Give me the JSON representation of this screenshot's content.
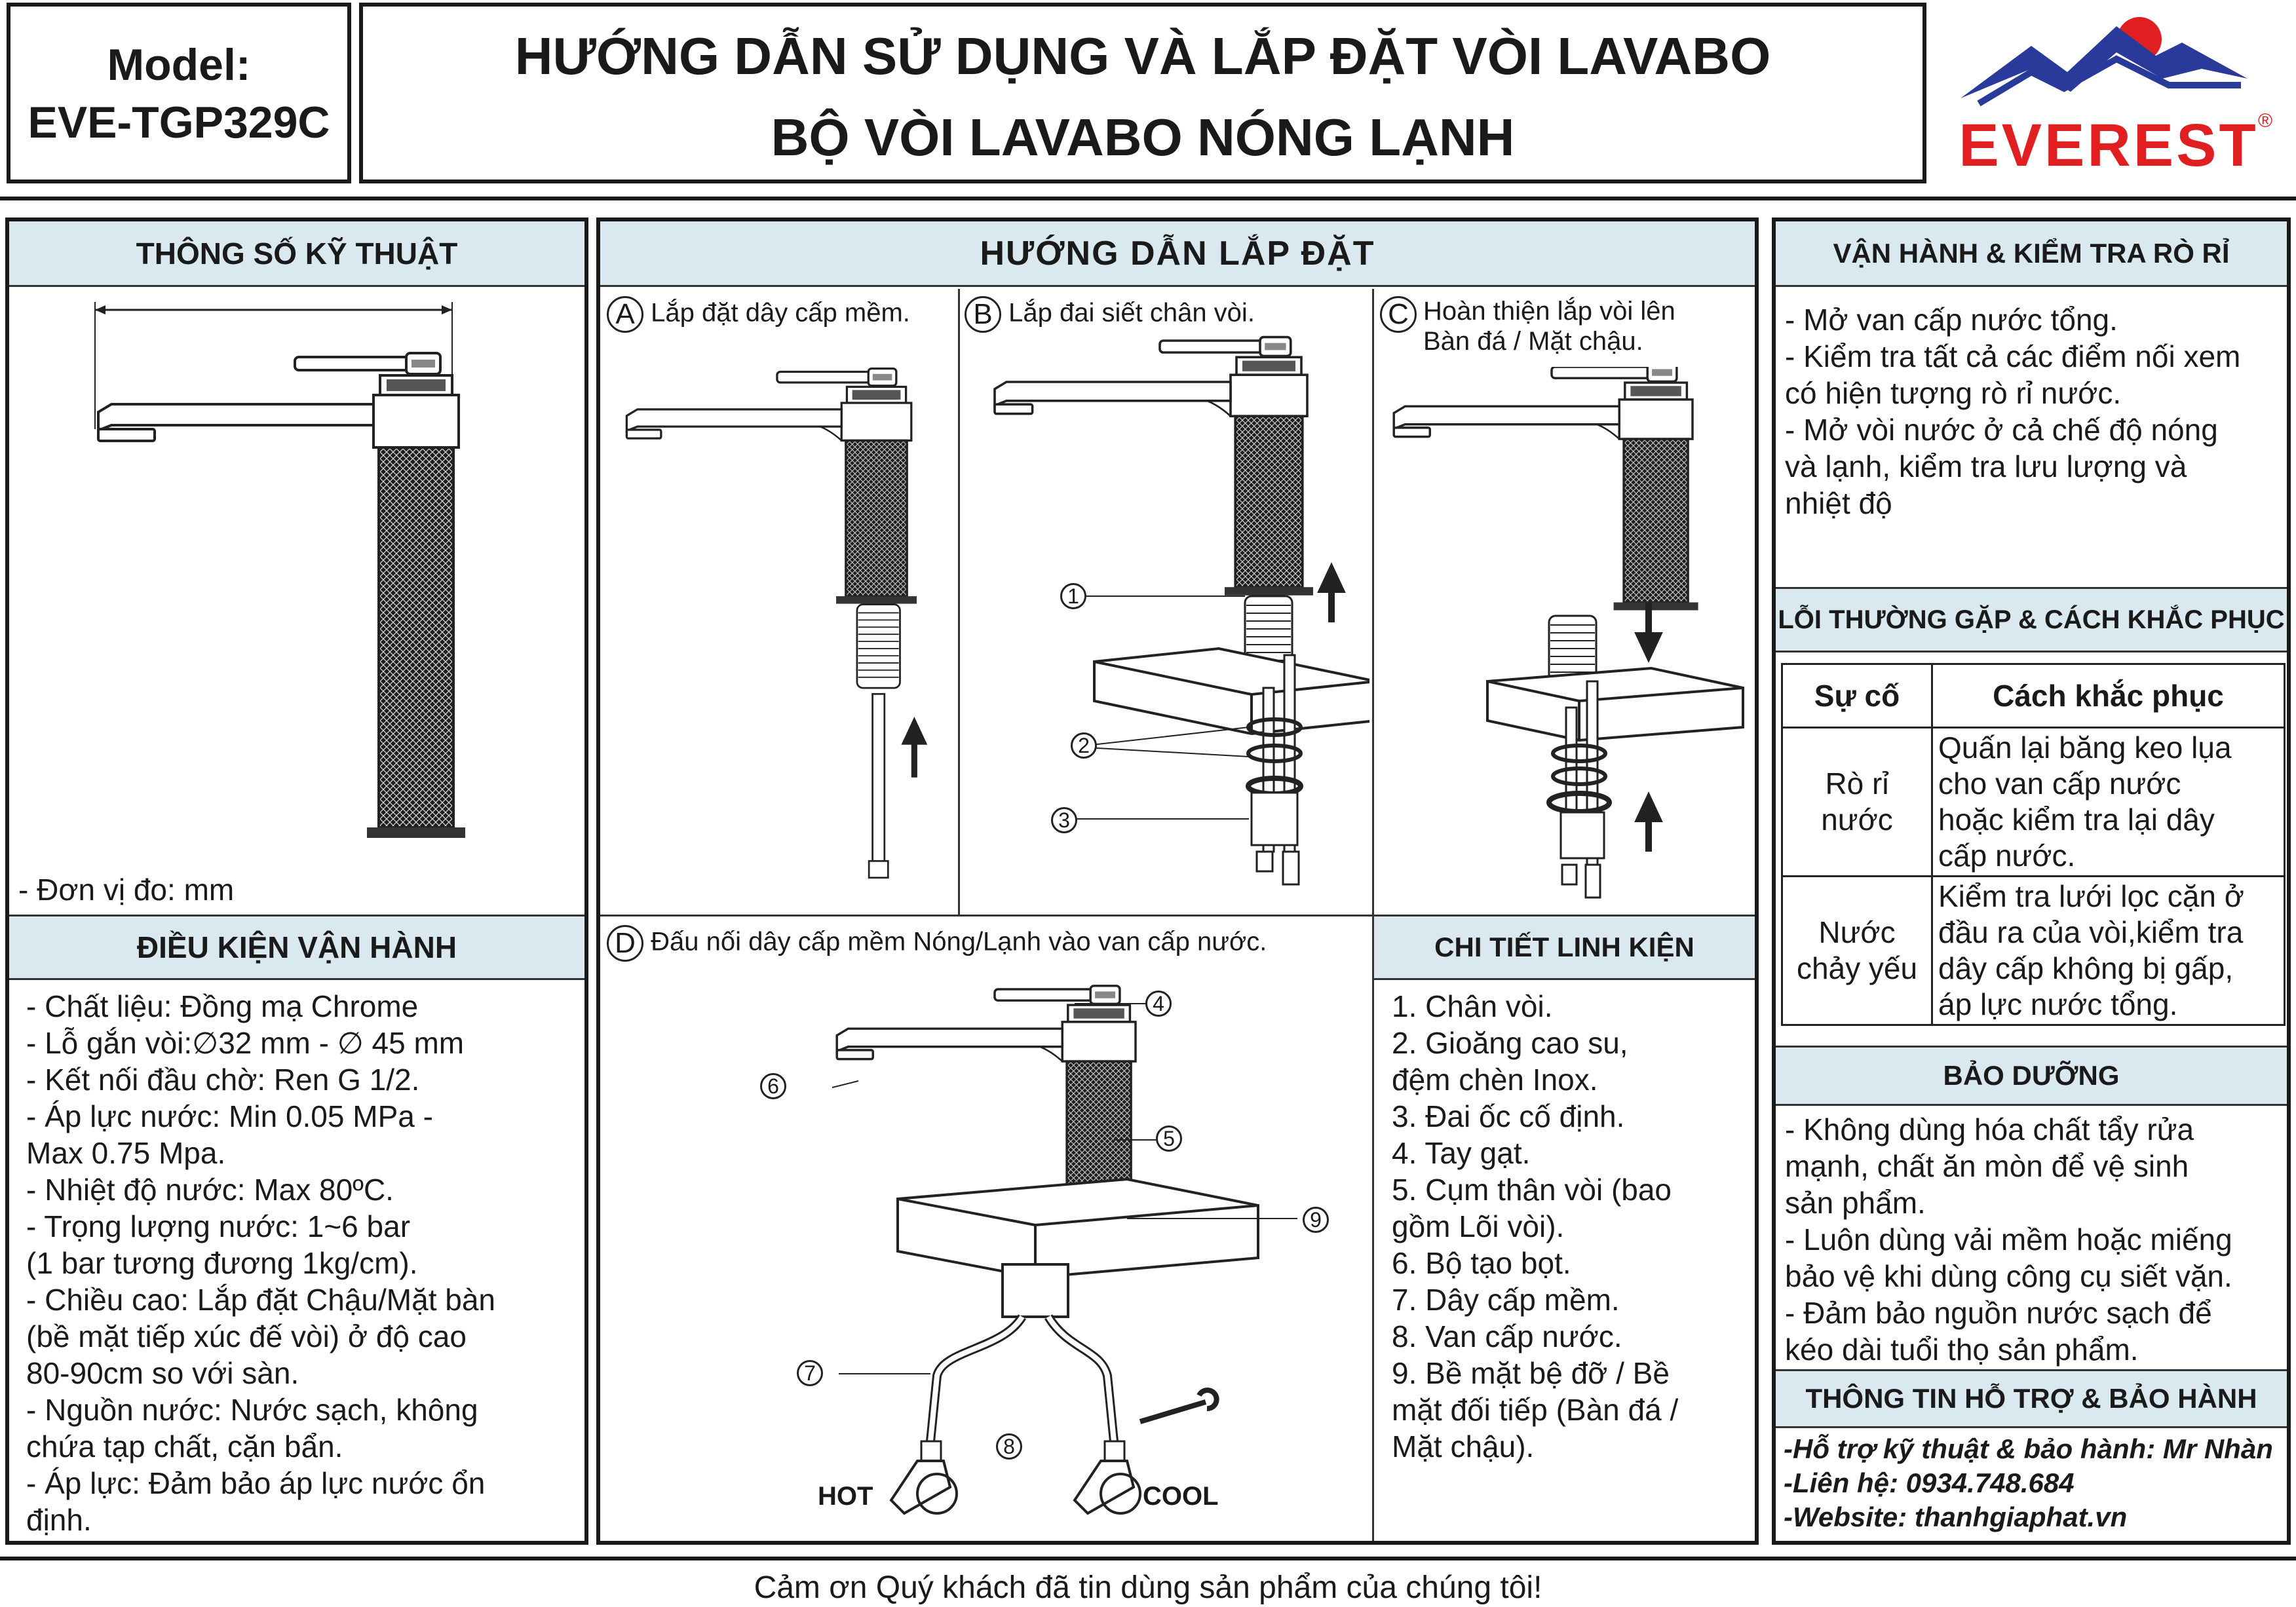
{
  "header": {
    "model_label": "Model:",
    "model_code": "EVE-TGP329C",
    "title_line1": "HƯỚNG DẪN SỬ DỤNG VÀ LẮP ĐẶT VÒI LAVABO",
    "title_line2": "BỘ VÒI LAVABO NÓNG LẠNH",
    "brand": "EVEREST",
    "brand_mark": "®",
    "brand_color": "#e02020",
    "mountain_color": "#2a3a9a"
  },
  "specs": {
    "title": "THÔNG SỐ KỸ THUẬT",
    "unit_note": "- Đơn vị đo: mm"
  },
  "conditions": {
    "title": "ĐIỀU KIỆN VẬN HÀNH",
    "lines": [
      "- Chất liệu: Đồng mạ Chrome",
      "- Lỗ gắn vòi:∅32 mm - ∅ 45 mm",
      "- Kết nối đầu chờ: Ren G 1/2.",
      "- Áp lực nước: Min 0.05 MPa -",
      "Max 0.75 Mpa.",
      "- Nhiệt độ nước: Max 80ºC.",
      "- Trọng lượng nước: 1~6 bar",
      "(1 bar tương đương 1kg/cm).",
      "- Chiều cao: Lắp đặt Chậu/Mặt bàn",
      "(bề mặt tiếp xúc đế vòi) ở độ cao",
      "80-90cm so với sàn.",
      "- Nguồn nước: Nước sạch, không",
      "chứa tạp chất, cặn bẩn.",
      "- Áp lực: Đảm bảo áp lực nước ổn",
      "định."
    ]
  },
  "install": {
    "title": "HƯỚNG DẪN LẮP ĐẶT",
    "stepA_letter": "A",
    "stepA_text": "Lắp đặt dây cấp mềm.",
    "stepB_letter": "B",
    "stepB_text": "Lắp đai siết chân vòi.",
    "stepC_letter": "C",
    "stepC_line1": "Hoàn thiện lắp vòi lên",
    "stepC_line2": "Bàn đá / Mặt chậu.",
    "stepD_letter": "D",
    "stepD_text": "Đấu nối dây cấp mềm Nóng/Lạnh vào van cấp nước.",
    "hot_label": "HOT",
    "cool_label": "COOL",
    "callouts": [
      "1",
      "2",
      "3",
      "4",
      "5",
      "6",
      "7",
      "8",
      "9"
    ]
  },
  "parts": {
    "title": "CHI TIẾT LINH KIỆN",
    "lines": [
      "1. Chân vòi.",
      "2. Gioăng cao su,",
      "đệm chèn Inox.",
      "3. Đai ốc cố định.",
      "4. Tay gạt.",
      "5. Cụm thân vòi (bao",
      "gồm Lõi vòi).",
      "6. Bộ tạo bọt.",
      "7. Dây cấp mềm.",
      "8. Van cấp nước.",
      "9. Bề mặt bệ đỡ / Bề",
      "mặt đối tiếp (Bàn đá /",
      "Mặt chậu)."
    ]
  },
  "operation": {
    "title": "VẬN HÀNH & KIỂM TRA RÒ RỈ",
    "lines": [
      "- Mở van cấp nước tổng.",
      "- Kiểm tra tất cả các điểm nối xem",
      "có hiện tượng rò rỉ nước.",
      "- Mở vòi nước ở cả chế độ nóng",
      "và lạnh, kiểm tra lưu lượng và",
      "nhiệt độ"
    ]
  },
  "troubleshoot": {
    "title": "LỖI THƯỜNG GẶP & CÁCH KHẮC PHỤC",
    "col1": "Sự cố",
    "col2": "Cách khắc phục",
    "rows": [
      {
        "issue1": "Rò rỉ",
        "issue2": "nước",
        "fix": [
          "Quấn lại băng keo lụa",
          "cho van cấp nước",
          "hoặc kiểm tra lại dây",
          "cấp nước."
        ]
      },
      {
        "issue1": "Nước",
        "issue2": "chảy yếu",
        "fix": [
          "Kiểm tra lưới lọc cặn ở",
          "đầu ra của vòi,kiểm tra",
          "dây cấp không bị gấp,",
          "áp lực nước tổng."
        ]
      }
    ]
  },
  "maintenance": {
    "title": "BẢO DƯỠNG",
    "lines": [
      "- Không dùng hóa chất tẩy rửa",
      "mạnh, chất ăn mòn để vệ sinh",
      "sản phẩm.",
      "- Luôn dùng vải mềm hoặc miếng",
      "bảo vệ khi dùng công cụ siết vặn.",
      "- Đảm bảo nguồn nước sạch để",
      "kéo dài tuổi thọ sản phẩm."
    ]
  },
  "support": {
    "title": "THÔNG TIN HỖ TRỢ & BẢO HÀNH",
    "lines": [
      "-Hỗ trợ kỹ thuật & bảo hành: Mr Nhàn",
      "-Liên hệ: 0934.748.684",
      "-Website: thanhgiaphat.vn"
    ]
  },
  "footer": {
    "thanks": "Cảm ơn Quý khách đã tin dùng sản phẩm của chúng tôi!"
  }
}
